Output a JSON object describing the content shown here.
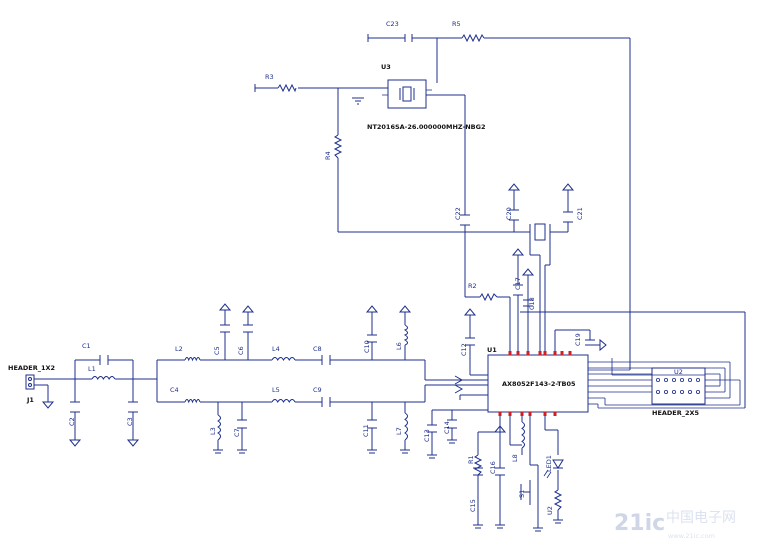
{
  "schematic": {
    "labels": {
      "header1": "HEADER_1X2",
      "j1": "J1",
      "c1": "C1",
      "c2": "C2",
      "c3": "C3",
      "c4": "C4",
      "c5": "C5",
      "c6": "C6",
      "c7": "C7",
      "c8": "C8",
      "c9": "C9",
      "c10": "C10",
      "c11": "C11",
      "c12": "C12",
      "c13": "C13",
      "c14": "C14",
      "c15": "C15",
      "c16": "C16",
      "c17": "C17",
      "c18": "C18",
      "c19": "C19",
      "c20": "C20",
      "c21": "C21",
      "c22": "C22",
      "c23": "C23",
      "l1": "L1",
      "l2": "L2",
      "l3": "L3",
      "l4": "L4",
      "l5": "L5",
      "l6": "L6",
      "l7": "L7",
      "l8": "L8",
      "r1": "R1",
      "r2": "R2",
      "r3": "R3",
      "r4": "R4",
      "r5": "R5",
      "u1": "U1",
      "u1_part": "AX8052F143-2-TB05",
      "u2": "U2",
      "u3": "U3",
      "u3_part": "NT2016SA-26.000000MHZ-NBG2",
      "s1": "S1",
      "led1": "LED1",
      "header2": "HEADER_2X5"
    },
    "watermark": {
      "brand": "21ic",
      "cn": "中国电子网",
      "url": "www.21ic.com"
    },
    "colors": {
      "wire": "#1c2f8c",
      "pin_mark": "#d21e1e",
      "text": "#111111"
    }
  }
}
